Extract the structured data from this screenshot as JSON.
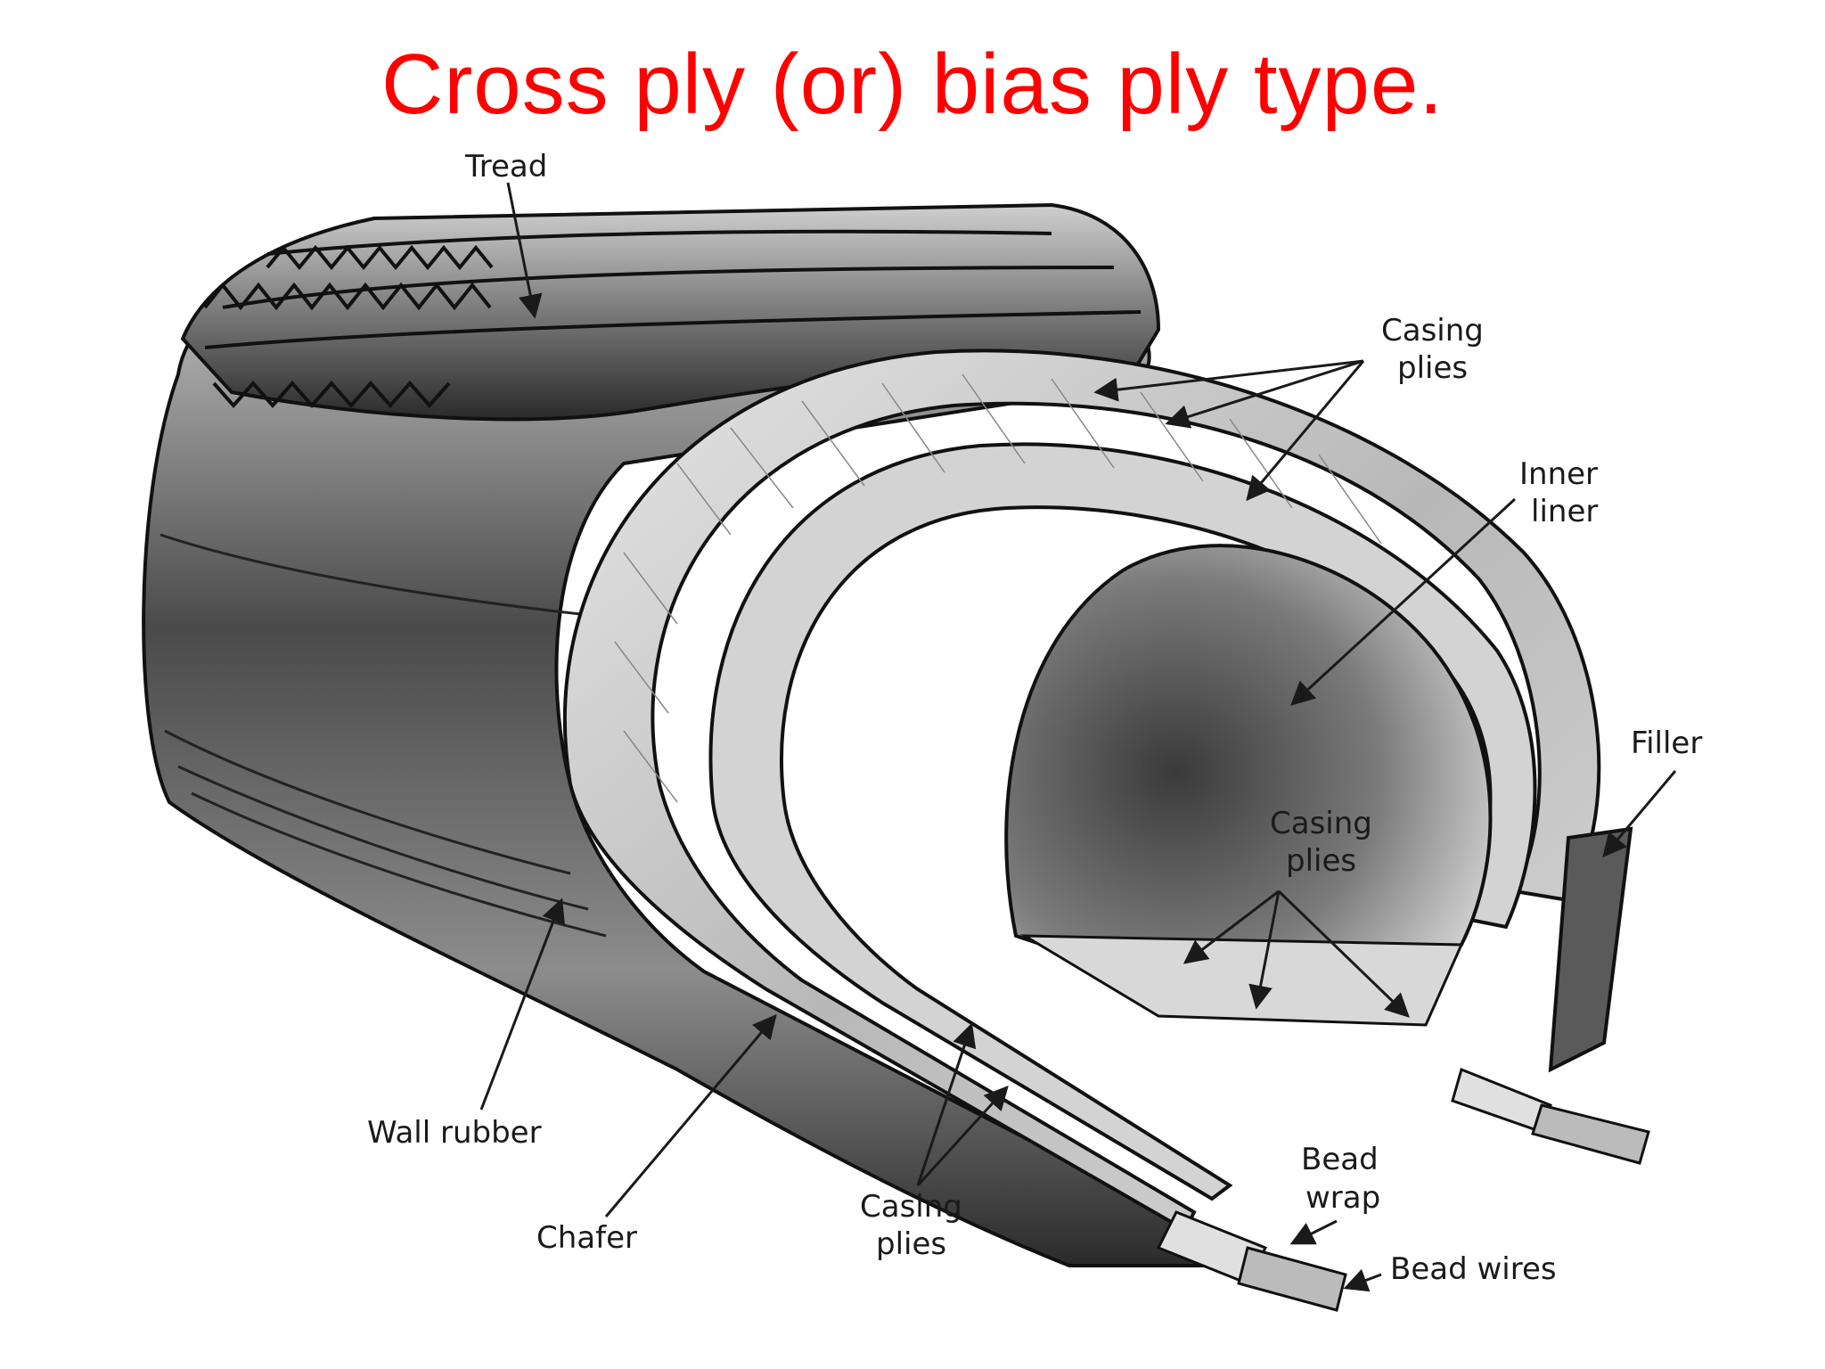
{
  "title": "Cross ply (or) bias ply type.",
  "labels": {
    "tread": "Tread",
    "casing_plies_top_1": "Casing",
    "casing_plies_top_2": "plies",
    "inner_liner_1": "Inner",
    "inner_liner_2": "liner",
    "filler": "Filler",
    "casing_plies_mid_1": "Casing",
    "casing_plies_mid_2": "plies",
    "wall_rubber": "Wall rubber",
    "chafer": "Chafer",
    "casing_plies_bottom_1": "Casing",
    "casing_plies_bottom_2": "plies",
    "bead_wrap_1": "Bead",
    "bead_wrap_2": "wrap",
    "bead_wires": "Bead wires"
  }
}
